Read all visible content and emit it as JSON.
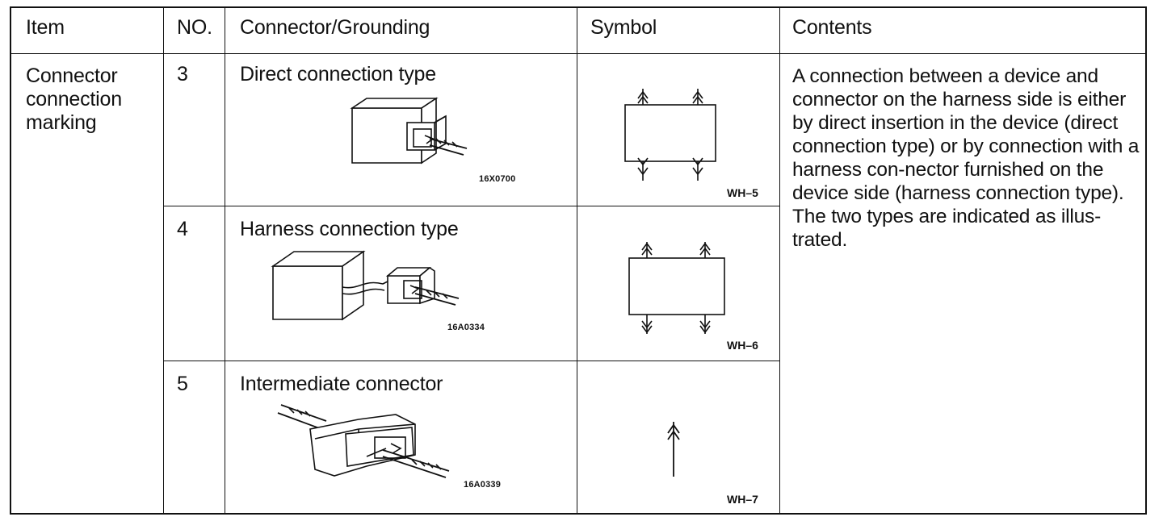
{
  "header": {
    "item": "Item",
    "no": "NO.",
    "connector": "Connector/Grounding",
    "symbol": "Symbol",
    "contents": "Contents"
  },
  "item_label": "Connector connection marking",
  "rows": [
    {
      "no": "3",
      "connector": "Direct connection type",
      "figure_code": "16X0700",
      "symbol_code": "WH–5"
    },
    {
      "no": "4",
      "connector": "Harness connection type",
      "figure_code": "16A0334",
      "symbol_code": "WH–6"
    },
    {
      "no": "5",
      "connector": "Intermediate connector",
      "figure_code": "16A0339",
      "symbol_code": "WH–7"
    }
  ],
  "contents_text": "A connection between a device and connector on the harness side is either by direct insertion in the device (direct connection type) or by connection with a harness con-nector furnished on the device side (harness connection type). The two types are indicated as illus-trated."
}
